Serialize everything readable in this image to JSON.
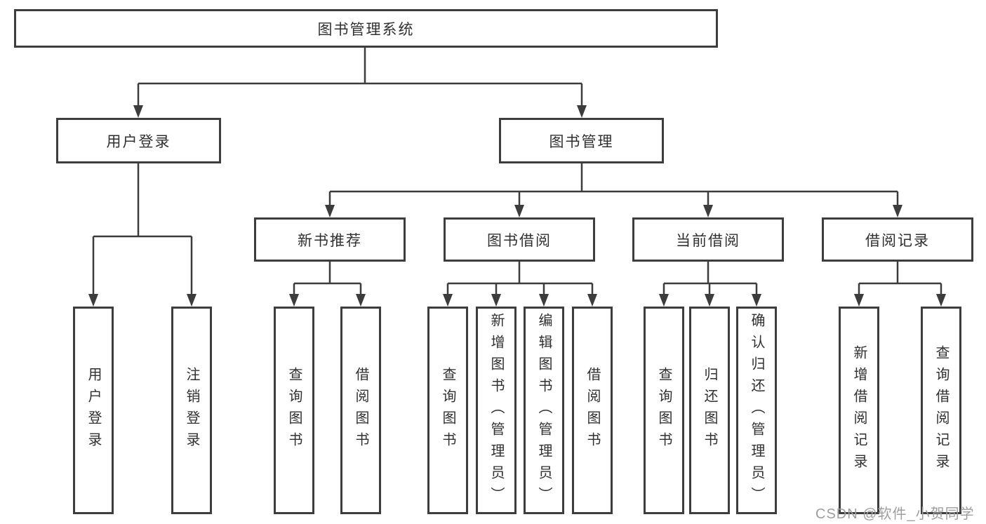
{
  "diagram": {
    "type": "hierarchy-tree",
    "colors": {
      "line": "#3c3c3c",
      "box_border": "#3d3d3d",
      "text": "#303030",
      "watermark": "#9e9e9e",
      "background": "#ffffff"
    },
    "nodes": {
      "root": {
        "label": "图书管理系统"
      },
      "level2": [
        {
          "label": "用户登录"
        },
        {
          "label": "图书管理"
        }
      ],
      "level3": [
        {
          "label": "新书推荐"
        },
        {
          "label": "图书借阅"
        },
        {
          "label": "当前借阅"
        },
        {
          "label": "借阅记录"
        }
      ],
      "leaves": {
        "user_login": [
          {
            "label": "用户登录"
          },
          {
            "label": "注销登录"
          }
        ],
        "new_book": [
          {
            "label": "查询图书"
          },
          {
            "label": "借阅图书"
          }
        ],
        "book_borrow": [
          {
            "label": "查询图书"
          },
          {
            "label": "新增图书（管理员）"
          },
          {
            "label": "编辑图书（管理员）"
          },
          {
            "label": "借阅图书"
          }
        ],
        "current_borrow": [
          {
            "label": "查询图书"
          },
          {
            "label": "归还图书"
          },
          {
            "label": "确认归还（管理员）"
          }
        ],
        "borrow_record": [
          {
            "label": "新增借阅记录"
          },
          {
            "label": "查询借阅记录"
          }
        ]
      }
    },
    "watermark": "CSDN @软件_小贺同学"
  }
}
